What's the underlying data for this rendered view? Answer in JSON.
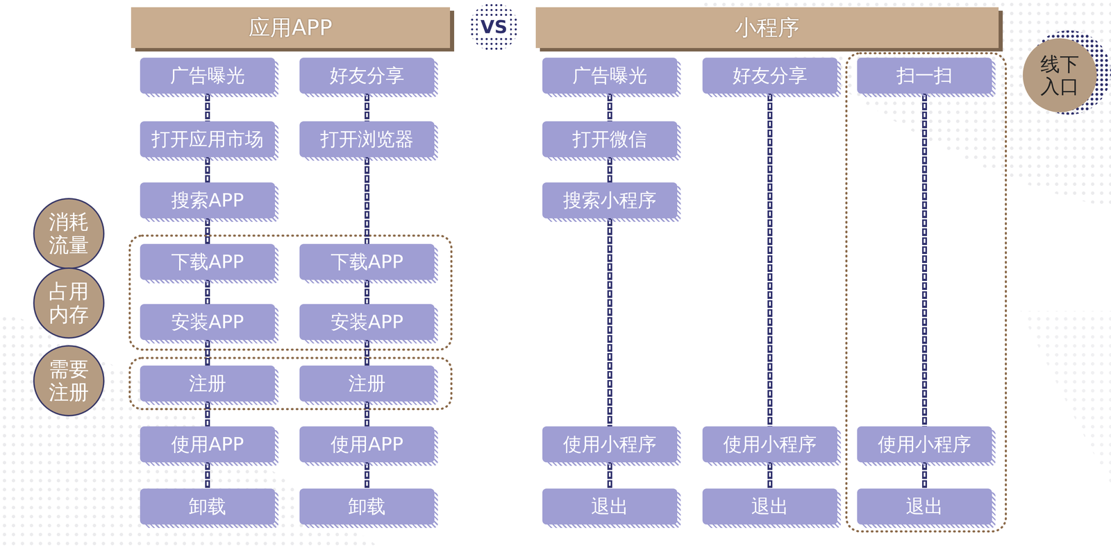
{
  "diagram": {
    "nodes": [
      {
        "text": [
          "应用APP"
        ]
      },
      {
        "text": [
          "VS"
        ]
      },
      {
        "text": [
          "小程序"
        ]
      },
      {
        "text": [
          "线下入口"
        ]
      },
      {
        "text": [
          "消耗流量"
        ]
      },
      {
        "text": [
          "占用内存"
        ]
      },
      {
        "text": [
          "需要注册"
        ]
      },
      {
        "text": [
          "广告曝光"
        ]
      },
      {
        "text": [
          "打开应用市场"
        ]
      },
      {
        "text": [
          "搜索APP"
        ]
      },
      {
        "text": [
          "下载APP"
        ]
      },
      {
        "text": [
          "安装APP"
        ]
      },
      {
        "text": [
          "注册"
        ]
      },
      {
        "text": [
          "使用APP"
        ]
      },
      {
        "text": [
          "卸载"
        ]
      },
      {
        "text": [
          "好友分享"
        ]
      },
      {
        "text": [
          "打开浏览器"
        ]
      },
      {
        "text": [
          "下载APP"
        ]
      },
      {
        "text": [
          "安装APP"
        ]
      },
      {
        "text": [
          "注册"
        ]
      },
      {
        "text": [
          "使用APP"
        ]
      },
      {
        "text": [
          "卸载"
        ]
      },
      {
        "text": [
          "广告曝光"
        ]
      },
      {
        "text": [
          "打开微信"
        ]
      },
      {
        "text": [
          "搜索小程序"
        ]
      },
      {
        "text": [
          "使用小程序"
        ]
      },
      {
        "text": [
          "退出"
        ]
      },
      {
        "text": [
          "好友分享"
        ]
      },
      {
        "text": [
          "使用小程序"
        ]
      },
      {
        "text": [
          "退出"
        ]
      },
      {
        "text": [
          "扫一扫"
        ]
      },
      {
        "text": [
          "使用小程序"
        ]
      },
      {
        "text": [
          "退出"
        ]
      }
    ],
    "edges": [
      {
        "from": 7,
        "to": 8,
        "arrow": "none"
      },
      {
        "from": 8,
        "to": 9,
        "arrow": "none"
      },
      {
        "from": 9,
        "to": 10,
        "arrow": "none"
      },
      {
        "from": 10,
        "to": 11,
        "arrow": "none"
      },
      {
        "from": 11,
        "to": 12,
        "arrow": "none"
      },
      {
        "from": 12,
        "to": 13,
        "arrow": "none"
      },
      {
        "from": 13,
        "to": 14,
        "arrow": "none"
      },
      {
        "from": 15,
        "to": 16,
        "arrow": "none"
      },
      {
        "from": 16,
        "to": 17,
        "arrow": "none"
      },
      {
        "from": 17,
        "to": 18,
        "arrow": "none"
      },
      {
        "from": 18,
        "to": 19,
        "arrow": "none"
      },
      {
        "from": 19,
        "to": 20,
        "arrow": "none"
      },
      {
        "from": 20,
        "to": 21,
        "arrow": "none"
      },
      {
        "from": 22,
        "to": 23,
        "arrow": "none"
      },
      {
        "from": 23,
        "to": 24,
        "arrow": "none"
      },
      {
        "from": 24,
        "to": 25,
        "arrow": "none"
      },
      {
        "from": 25,
        "to": 26,
        "arrow": "none"
      },
      {
        "from": 27,
        "to": 28,
        "arrow": "none"
      },
      {
        "from": 28,
        "to": 29,
        "arrow": "none"
      },
      {
        "from": 30,
        "to": 31,
        "arrow": "none"
      },
      {
        "from": 31,
        "to": 32,
        "arrow": "none"
      }
    ]
  }
}
